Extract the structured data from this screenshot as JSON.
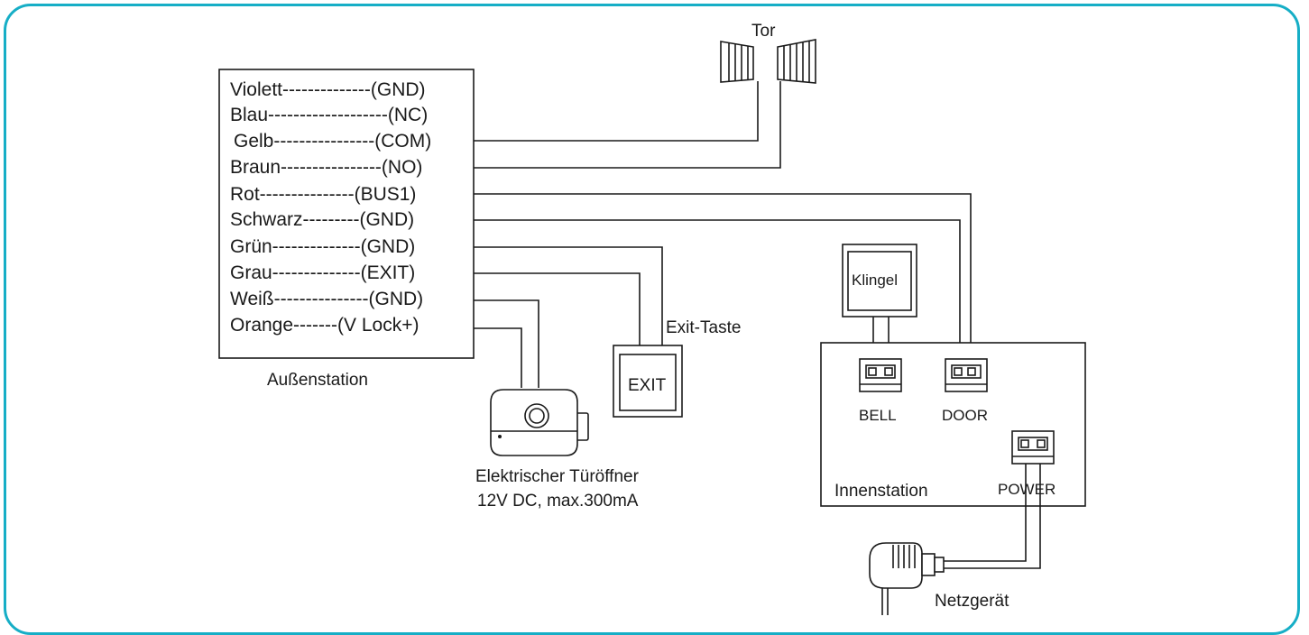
{
  "outdoor_station": {
    "label": "Außenstation",
    "wires": [
      {
        "text": "Violett--------------(GND)"
      },
      {
        "text": "Blau-------------------(NC)"
      },
      {
        "text": "Gelb----------------(COM)"
      },
      {
        "text": "Braun----------------(NO)"
      },
      {
        "text": "Rot---------------(BUS1)"
      },
      {
        "text": "Schwarz---------(GND)"
      },
      {
        "text": "Grün--------------(GND)"
      },
      {
        "text": "Grau--------------(EXIT)"
      },
      {
        "text": "Weiß---------------(GND)"
      },
      {
        "text": "Orange-------(V Lock+)"
      }
    ]
  },
  "gate": {
    "label": "Tor"
  },
  "exit_button": {
    "label": "Exit-Taste",
    "button_text": "EXIT"
  },
  "door_opener": {
    "label_line1": "Elektrischer Türöffner",
    "label_line2": "12V DC, max.300mA"
  },
  "bell": {
    "label": "Klingel"
  },
  "indoor_station": {
    "label": "Innenstation",
    "ports": {
      "bell": "BELL",
      "door": "DOOR",
      "power": "POWER"
    }
  },
  "power_supply": {
    "label": "Netzgerät"
  },
  "colors": {
    "frame": "#16aec6",
    "line": "#1a1a1a"
  }
}
